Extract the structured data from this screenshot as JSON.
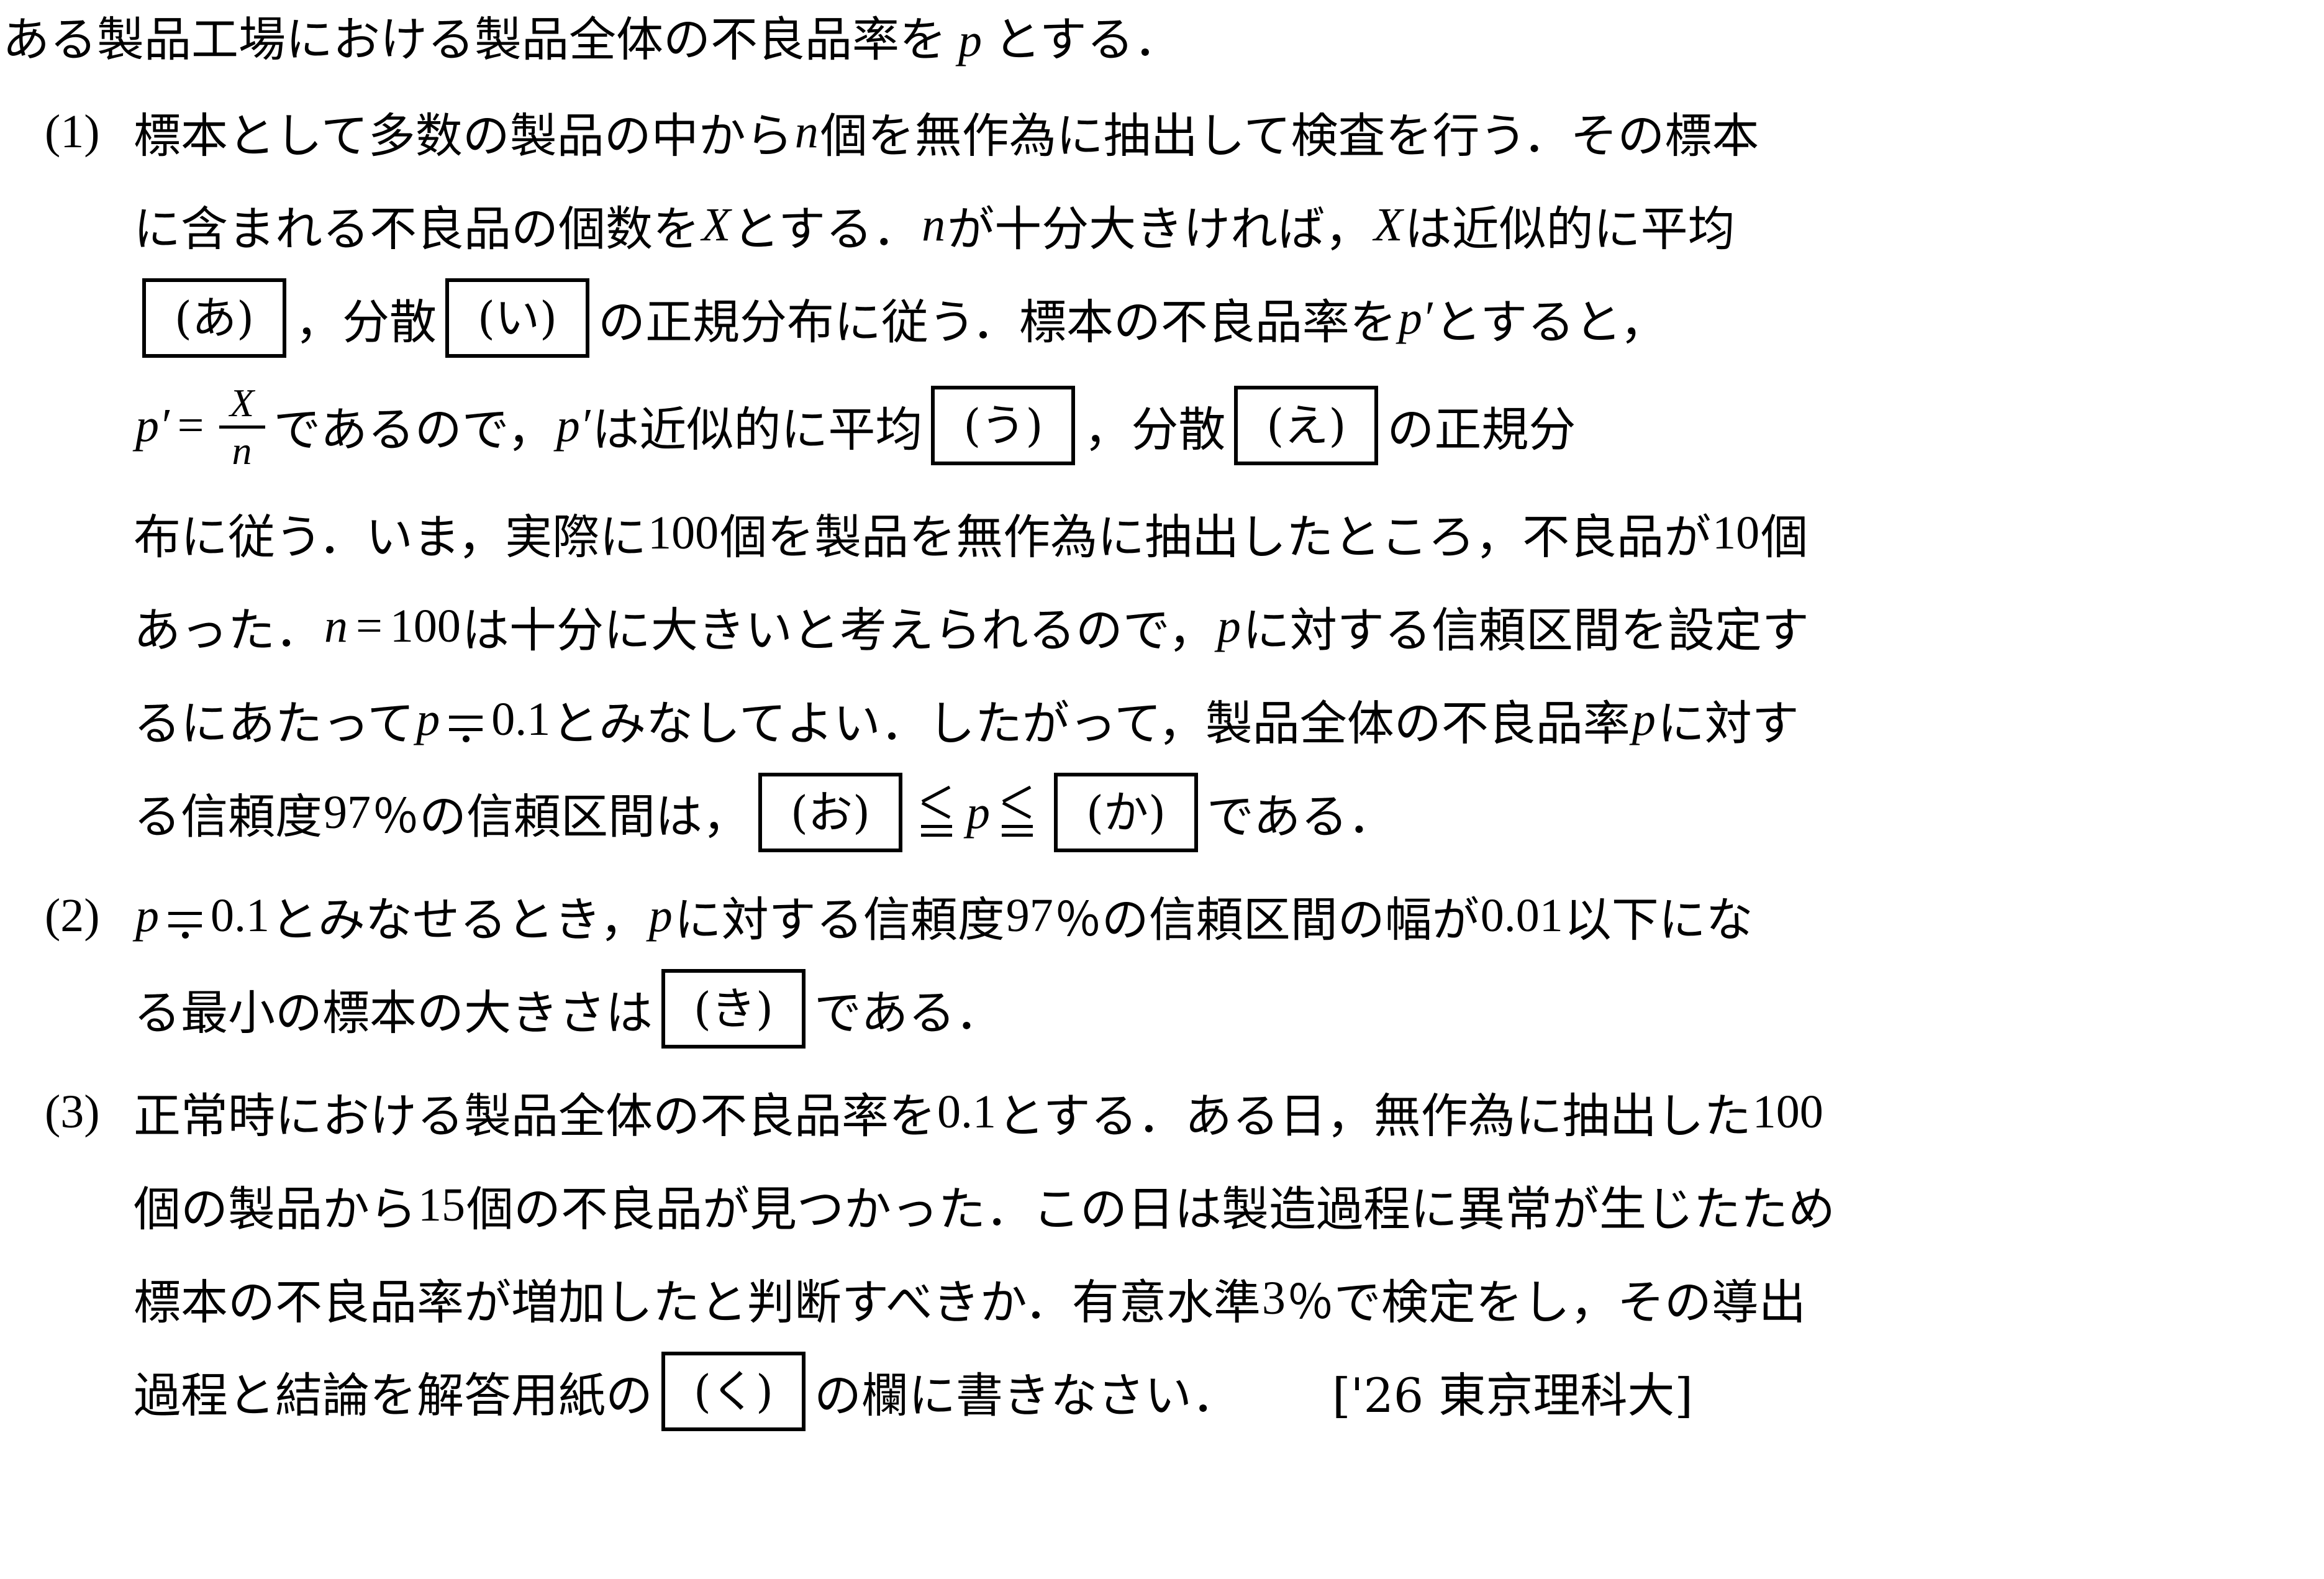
{
  "document": {
    "type": "math-problem",
    "subject": "statistics-confidence-interval",
    "source": "['26 東京理科大]"
  },
  "lead": {
    "text_a": "ある製品工場における製品全体の不良品率を",
    "var_p": "p",
    "text_b": "とする．"
  },
  "items": [
    {
      "number": "(1)",
      "lines": [
        {
          "segments": [
            {
              "kind": "text",
              "value": "標本として多数の製品の中から"
            },
            {
              "kind": "mi",
              "value": "n"
            },
            {
              "kind": "text",
              "value": "個を無作為に抽出して検査を行う．その標本"
            }
          ]
        },
        {
          "segments": [
            {
              "kind": "text",
              "value": "に含まれる不良品の個数を"
            },
            {
              "kind": "mi",
              "value": "X"
            },
            {
              "kind": "text",
              "value": "とする．"
            },
            {
              "kind": "mi",
              "value": "n"
            },
            {
              "kind": "text",
              "value": "が十分大きければ，"
            },
            {
              "kind": "mi",
              "value": "X"
            },
            {
              "kind": "text",
              "value": "は近似的に平均"
            }
          ]
        },
        {
          "segments": [
            {
              "kind": "box",
              "value": "(あ)"
            },
            {
              "kind": "text",
              "value": "，分散"
            },
            {
              "kind": "box",
              "value": "(い)"
            },
            {
              "kind": "text",
              "value": "の正規分布に従う．標本の不良品率を"
            },
            {
              "kind": "mi",
              "value": "p′"
            },
            {
              "kind": "text",
              "value": "とすると，"
            }
          ]
        },
        {
          "segments": [
            {
              "kind": "mi",
              "value": "p′"
            },
            {
              "kind": "mo",
              "value": "="
            },
            {
              "kind": "frac",
              "num": "X",
              "den": "n"
            },
            {
              "kind": "text",
              "value": "であるので，"
            },
            {
              "kind": "mi",
              "value": "p′"
            },
            {
              "kind": "text",
              "value": "は近似的に平均"
            },
            {
              "kind": "box",
              "value": "(う)"
            },
            {
              "kind": "text",
              "value": "，分散"
            },
            {
              "kind": "box",
              "value": "(え)"
            },
            {
              "kind": "text",
              "value": "の正規分"
            }
          ]
        },
        {
          "segments": [
            {
              "kind": "text",
              "value": "布に従う．いま，実際に"
            },
            {
              "kind": "mn",
              "value": "100"
            },
            {
              "kind": "text",
              "value": "個を製品を無作為に抽出したところ，不良品が"
            },
            {
              "kind": "mn",
              "value": "10"
            },
            {
              "kind": "text",
              "value": "個"
            }
          ]
        },
        {
          "segments": [
            {
              "kind": "text",
              "value": "あった．"
            },
            {
              "kind": "mi",
              "value": "n"
            },
            {
              "kind": "mo",
              "value": "="
            },
            {
              "kind": "mn",
              "value": "100"
            },
            {
              "kind": "text",
              "value": "は十分に大きいと考えられるので，"
            },
            {
              "kind": "mi",
              "value": "p"
            },
            {
              "kind": "text",
              "value": "に対する信頼区間を設定す"
            }
          ]
        },
        {
          "segments": [
            {
              "kind": "text",
              "value": "るにあたって"
            },
            {
              "kind": "mi",
              "value": "p"
            },
            {
              "kind": "nearly",
              "value": "≒"
            },
            {
              "kind": "mn",
              "value": "0.1"
            },
            {
              "kind": "text",
              "value": "とみなしてよい．したがって，製品全体の不良品率"
            },
            {
              "kind": "mi",
              "value": "p"
            },
            {
              "kind": "text",
              "value": "に対す"
            }
          ]
        },
        {
          "segments": [
            {
              "kind": "text",
              "value": "る信頼度"
            },
            {
              "kind": "mn",
              "value": "97"
            },
            {
              "kind": "text",
              "value": "％の信頼区間は，"
            },
            {
              "kind": "box",
              "value": "(お)"
            },
            {
              "kind": "leq",
              "value": "≦"
            },
            {
              "kind": "mi",
              "value": "p"
            },
            {
              "kind": "leq",
              "value": "≦"
            },
            {
              "kind": "box",
              "value": "(か)"
            },
            {
              "kind": "text",
              "value": "である．"
            }
          ]
        }
      ]
    },
    {
      "number": "(2)",
      "lines": [
        {
          "segments": [
            {
              "kind": "mi",
              "value": "p"
            },
            {
              "kind": "nearly",
              "value": "≒"
            },
            {
              "kind": "mn",
              "value": "0.1"
            },
            {
              "kind": "text",
              "value": "とみなせるとき，"
            },
            {
              "kind": "mi",
              "value": "p"
            },
            {
              "kind": "text",
              "value": "に対する信頼度"
            },
            {
              "kind": "mn",
              "value": "97"
            },
            {
              "kind": "text",
              "value": "％の信頼区間の幅が"
            },
            {
              "kind": "mn",
              "value": "0.01"
            },
            {
              "kind": "text",
              "value": "以下にな"
            }
          ]
        },
        {
          "segments": [
            {
              "kind": "text",
              "value": "る最小の標本の大きさは"
            },
            {
              "kind": "box",
              "value": "(き)"
            },
            {
              "kind": "text",
              "value": "である．"
            }
          ]
        }
      ]
    },
    {
      "number": "(3)",
      "lines": [
        {
          "segments": [
            {
              "kind": "text",
              "value": "正常時における製品全体の不良品率を"
            },
            {
              "kind": "mn",
              "value": "0.1"
            },
            {
              "kind": "text",
              "value": "とする．ある日，無作為に抽出した"
            },
            {
              "kind": "mn",
              "value": "100"
            }
          ]
        },
        {
          "segments": [
            {
              "kind": "text",
              "value": "個の製品から"
            },
            {
              "kind": "mn",
              "value": "15"
            },
            {
              "kind": "text",
              "value": "個の不良品が見つかった．この日は製造過程に異常が生じたため"
            }
          ]
        },
        {
          "segments": [
            {
              "kind": "text",
              "value": "標本の不良品率が増加したと判断すべきか．有意水準"
            },
            {
              "kind": "mn",
              "value": "3"
            },
            {
              "kind": "text",
              "value": "％で検定をし，その導出"
            }
          ]
        },
        {
          "segments": [
            {
              "kind": "text",
              "value": "過程と結論を解答用紙の"
            },
            {
              "kind": "box",
              "value": "(く)"
            },
            {
              "kind": "text",
              "value": "の欄に書きなさい．"
            },
            {
              "kind": "attrib",
              "value": "['26 東京理科大]"
            }
          ]
        }
      ]
    }
  ]
}
